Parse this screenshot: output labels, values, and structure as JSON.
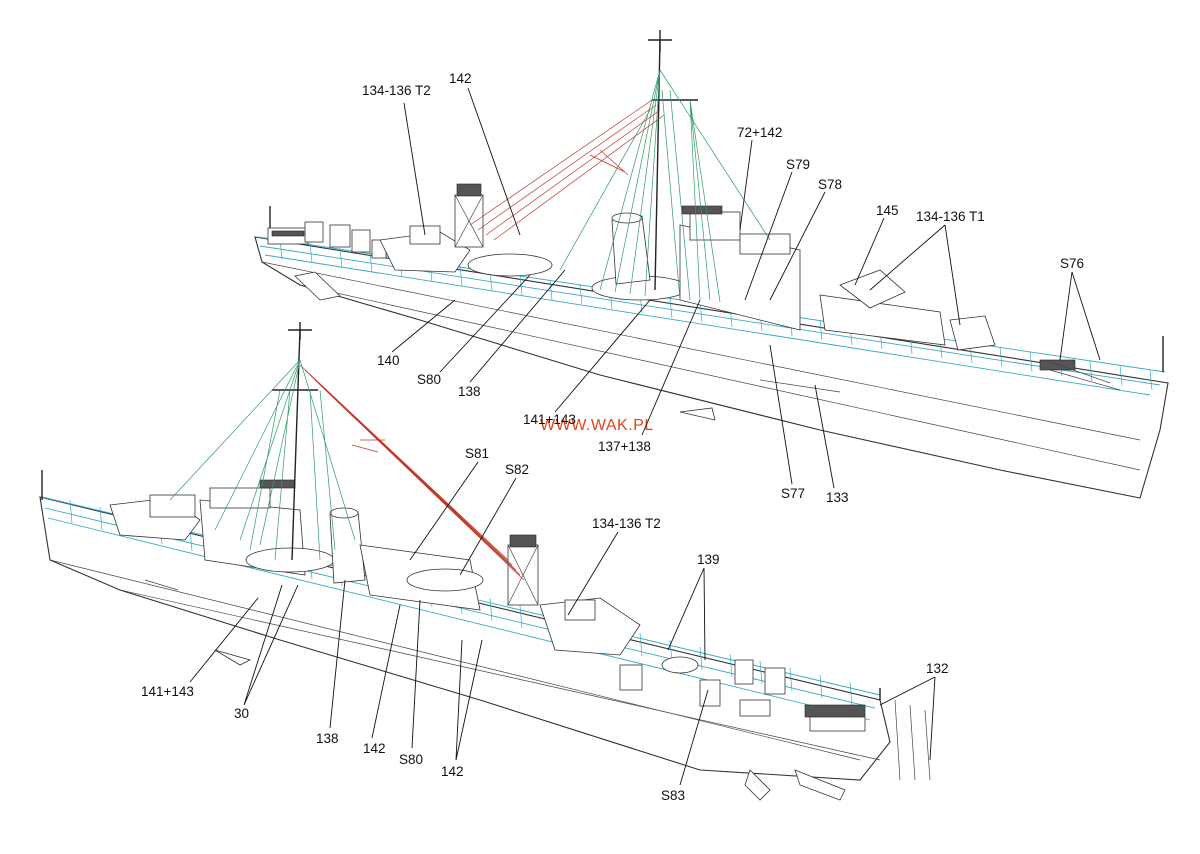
{
  "watermark": "WWW.WAK.PL",
  "colors": {
    "railing": "#39a8c6",
    "rigging_green": "#2f9a67",
    "rigging_red": "#c0392b",
    "watermark": "#e2451c"
  },
  "ship_upper": {
    "labels": {
      "l134_136_t2": "134-136 T2",
      "l142": "142",
      "l72_142": "72+142",
      "s79": "S79",
      "s78": "S78",
      "l145": "145",
      "l134_136_t1": "134-136 T1",
      "s76": "S76",
      "l140": "140",
      "s80": "S80",
      "l138": "138",
      "l141_143": "141+143",
      "l137_138": "137+138",
      "s77": "S77",
      "l133": "133"
    }
  },
  "ship_lower": {
    "labels": {
      "s81": "S81",
      "s82": "S82",
      "l134_136_t2": "134-136 T2",
      "l139": "139",
      "l132": "132",
      "l141_143": "141+143",
      "l30": "30",
      "l138": "138",
      "l142a": "142",
      "s80": "S80",
      "l142b": "142",
      "s83": "S83"
    }
  }
}
